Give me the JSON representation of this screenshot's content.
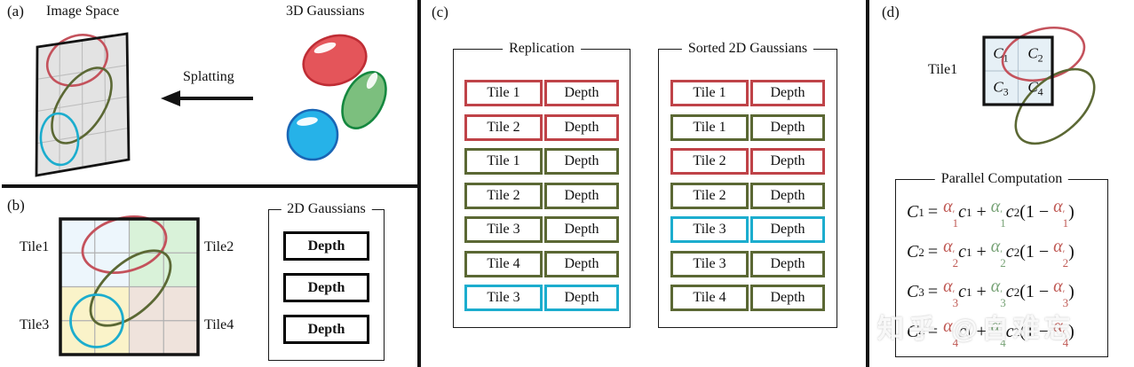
{
  "panel_a": {
    "label": "(a)",
    "image_space_title": "Image Space",
    "gaussians_title": "3D Gaussians",
    "arrow_label": "Splatting"
  },
  "panel_b": {
    "label": "(b)",
    "tile_labels": [
      "Tile1",
      "Tile2",
      "Tile3",
      "Tile4"
    ],
    "legend": {
      "title": "2D Gaussians",
      "items": [
        {
          "label": "Depth",
          "color": "#bf4348"
        },
        {
          "label": "Depth",
          "color": "#5b6834"
        },
        {
          "label": "Depth",
          "color": "#1cadce"
        }
      ]
    }
  },
  "panel_c": {
    "label": "(c)",
    "replication": {
      "title": "Replication",
      "rows": [
        {
          "tile": "Tile 1",
          "depth": "Depth",
          "color": "#bf4348"
        },
        {
          "tile": "Tile 2",
          "depth": "Depth",
          "color": "#bf4348"
        },
        {
          "tile": "Tile 1",
          "depth": "Depth",
          "color": "#5b6834"
        },
        {
          "tile": "Tile 2",
          "depth": "Depth",
          "color": "#5b6834"
        },
        {
          "tile": "Tile 3",
          "depth": "Depth",
          "color": "#5b6834"
        },
        {
          "tile": "Tile 4",
          "depth": "Depth",
          "color": "#5b6834"
        },
        {
          "tile": "Tile 3",
          "depth": "Depth",
          "color": "#1cadce"
        }
      ]
    },
    "sorted": {
      "title": "Sorted 2D Gaussians",
      "rows": [
        {
          "tile": "Tile 1",
          "depth": "Depth",
          "color": "#bf4348"
        },
        {
          "tile": "Tile 1",
          "depth": "Depth",
          "color": "#5b6834"
        },
        {
          "tile": "Tile 2",
          "depth": "Depth",
          "color": "#bf4348"
        },
        {
          "tile": "Tile 2",
          "depth": "Depth",
          "color": "#5b6834"
        },
        {
          "tile": "Tile 3",
          "depth": "Depth",
          "color": "#1cadce"
        },
        {
          "tile": "Tile 3",
          "depth": "Depth",
          "color": "#5b6834"
        },
        {
          "tile": "Tile 4",
          "depth": "Depth",
          "color": "#5b6834"
        }
      ]
    }
  },
  "panel_d": {
    "label": "(d)",
    "tile_label": "Tile1",
    "cells": [
      {
        "base": "C",
        "sub": "1"
      },
      {
        "base": "C",
        "sub": "2"
      },
      {
        "base": "C",
        "sub": "3"
      },
      {
        "base": "C",
        "sub": "4"
      }
    ],
    "parallel": {
      "title": "Parallel Computation",
      "sym": {
        "C": "C",
        "alpha": "α",
        "prime": "′",
        "c": "c",
        "one": "1",
        "two": "2",
        "eq": "=",
        "plus": "+",
        "lparen": "(",
        "minus": "−",
        "rparen": ")"
      },
      "alpha_colors": {
        "first": "#c05a55",
        "second": "#78a377",
        "third": "#c05a55"
      },
      "formulas": [
        {
          "i": "1"
        },
        {
          "i": "2"
        },
        {
          "i": "3"
        },
        {
          "i": "4"
        }
      ]
    }
  },
  "watermark": "知乎 @自难忘",
  "colors": {
    "red": "#bf4348",
    "olive": "#5b6834",
    "cyan": "#1cadce",
    "blob_red_fill": "#e4555a",
    "blob_red_stroke": "#bf2d35",
    "blob_green_fill": "#7cbf7e",
    "blob_green_stroke": "#15883f",
    "blob_blue_fill": "#26b2e8",
    "blob_blue_stroke": "#1a66b5",
    "plane_fill": "#e3e3e3",
    "quad_tl": "#edf6fc",
    "quad_tr": "#d9f2d9",
    "quad_bl": "#faf3c9",
    "quad_br": "#efe3dc",
    "tile_d_fill": "#e6f0f6"
  }
}
